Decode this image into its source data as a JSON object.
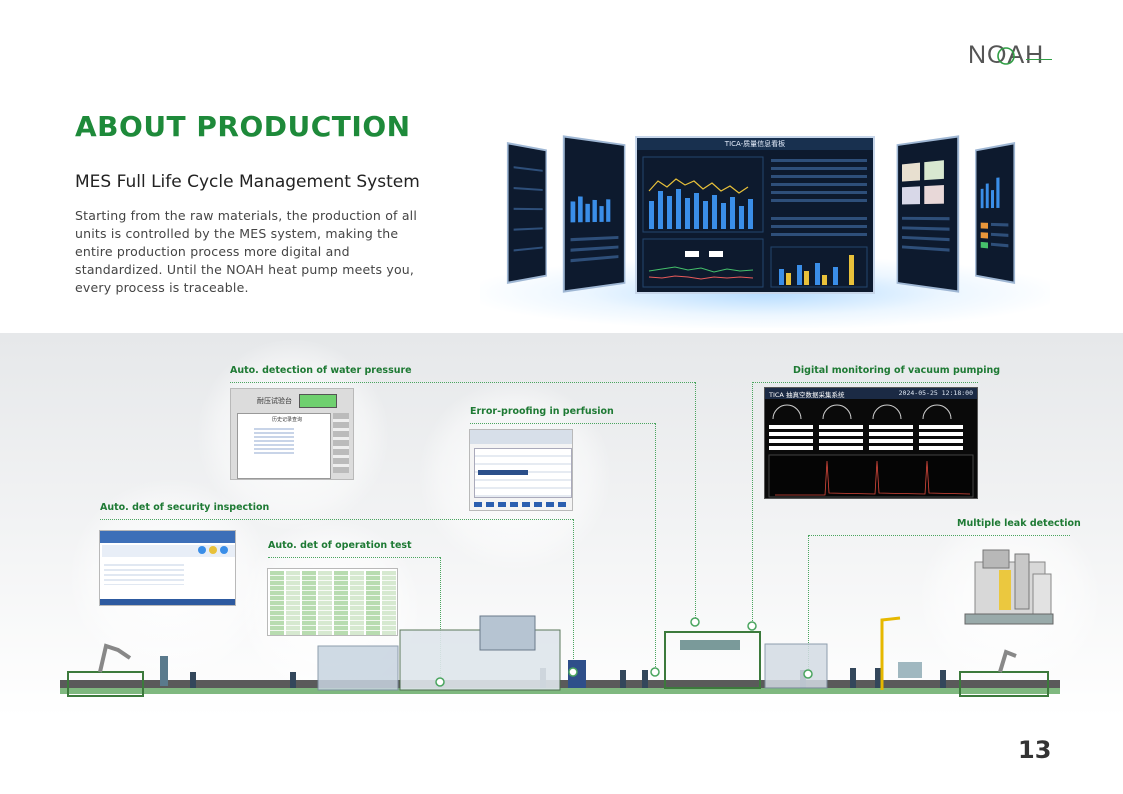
{
  "brand": {
    "logo_text": "NOAH",
    "accent": "#1e8a3a"
  },
  "heading": {
    "title": "ABOUT PRODUCTION",
    "subtitle": "MES Full Life Cycle Management System",
    "body": "Starting from the raw materials, the production of all units is controlled by the MES system, making the entire production process more digital and standardized. Until the NOAH heat pump meets you, every process is traceable."
  },
  "dashboard": {
    "main_title": "TICA-质量信息看板"
  },
  "callouts": {
    "water_pressure": "Auto. detection of water pressure",
    "vacuum_pumping": "Digital monitoring of vacuum pumping",
    "perfusion": "Error-proofing in perfusion",
    "security": "Auto. det of security inspection",
    "operation_test": "Auto. det of operation test",
    "leak_detection": "Multiple leak detection"
  },
  "screens": {
    "water_pressure_title": "耐压试验台",
    "water_pressure_sub": "历史记录查询",
    "vacuum_title": "TICA 抽真空数据采集系统",
    "vacuum_time": "2024-05-25 12:18:00"
  },
  "page_number": "13"
}
